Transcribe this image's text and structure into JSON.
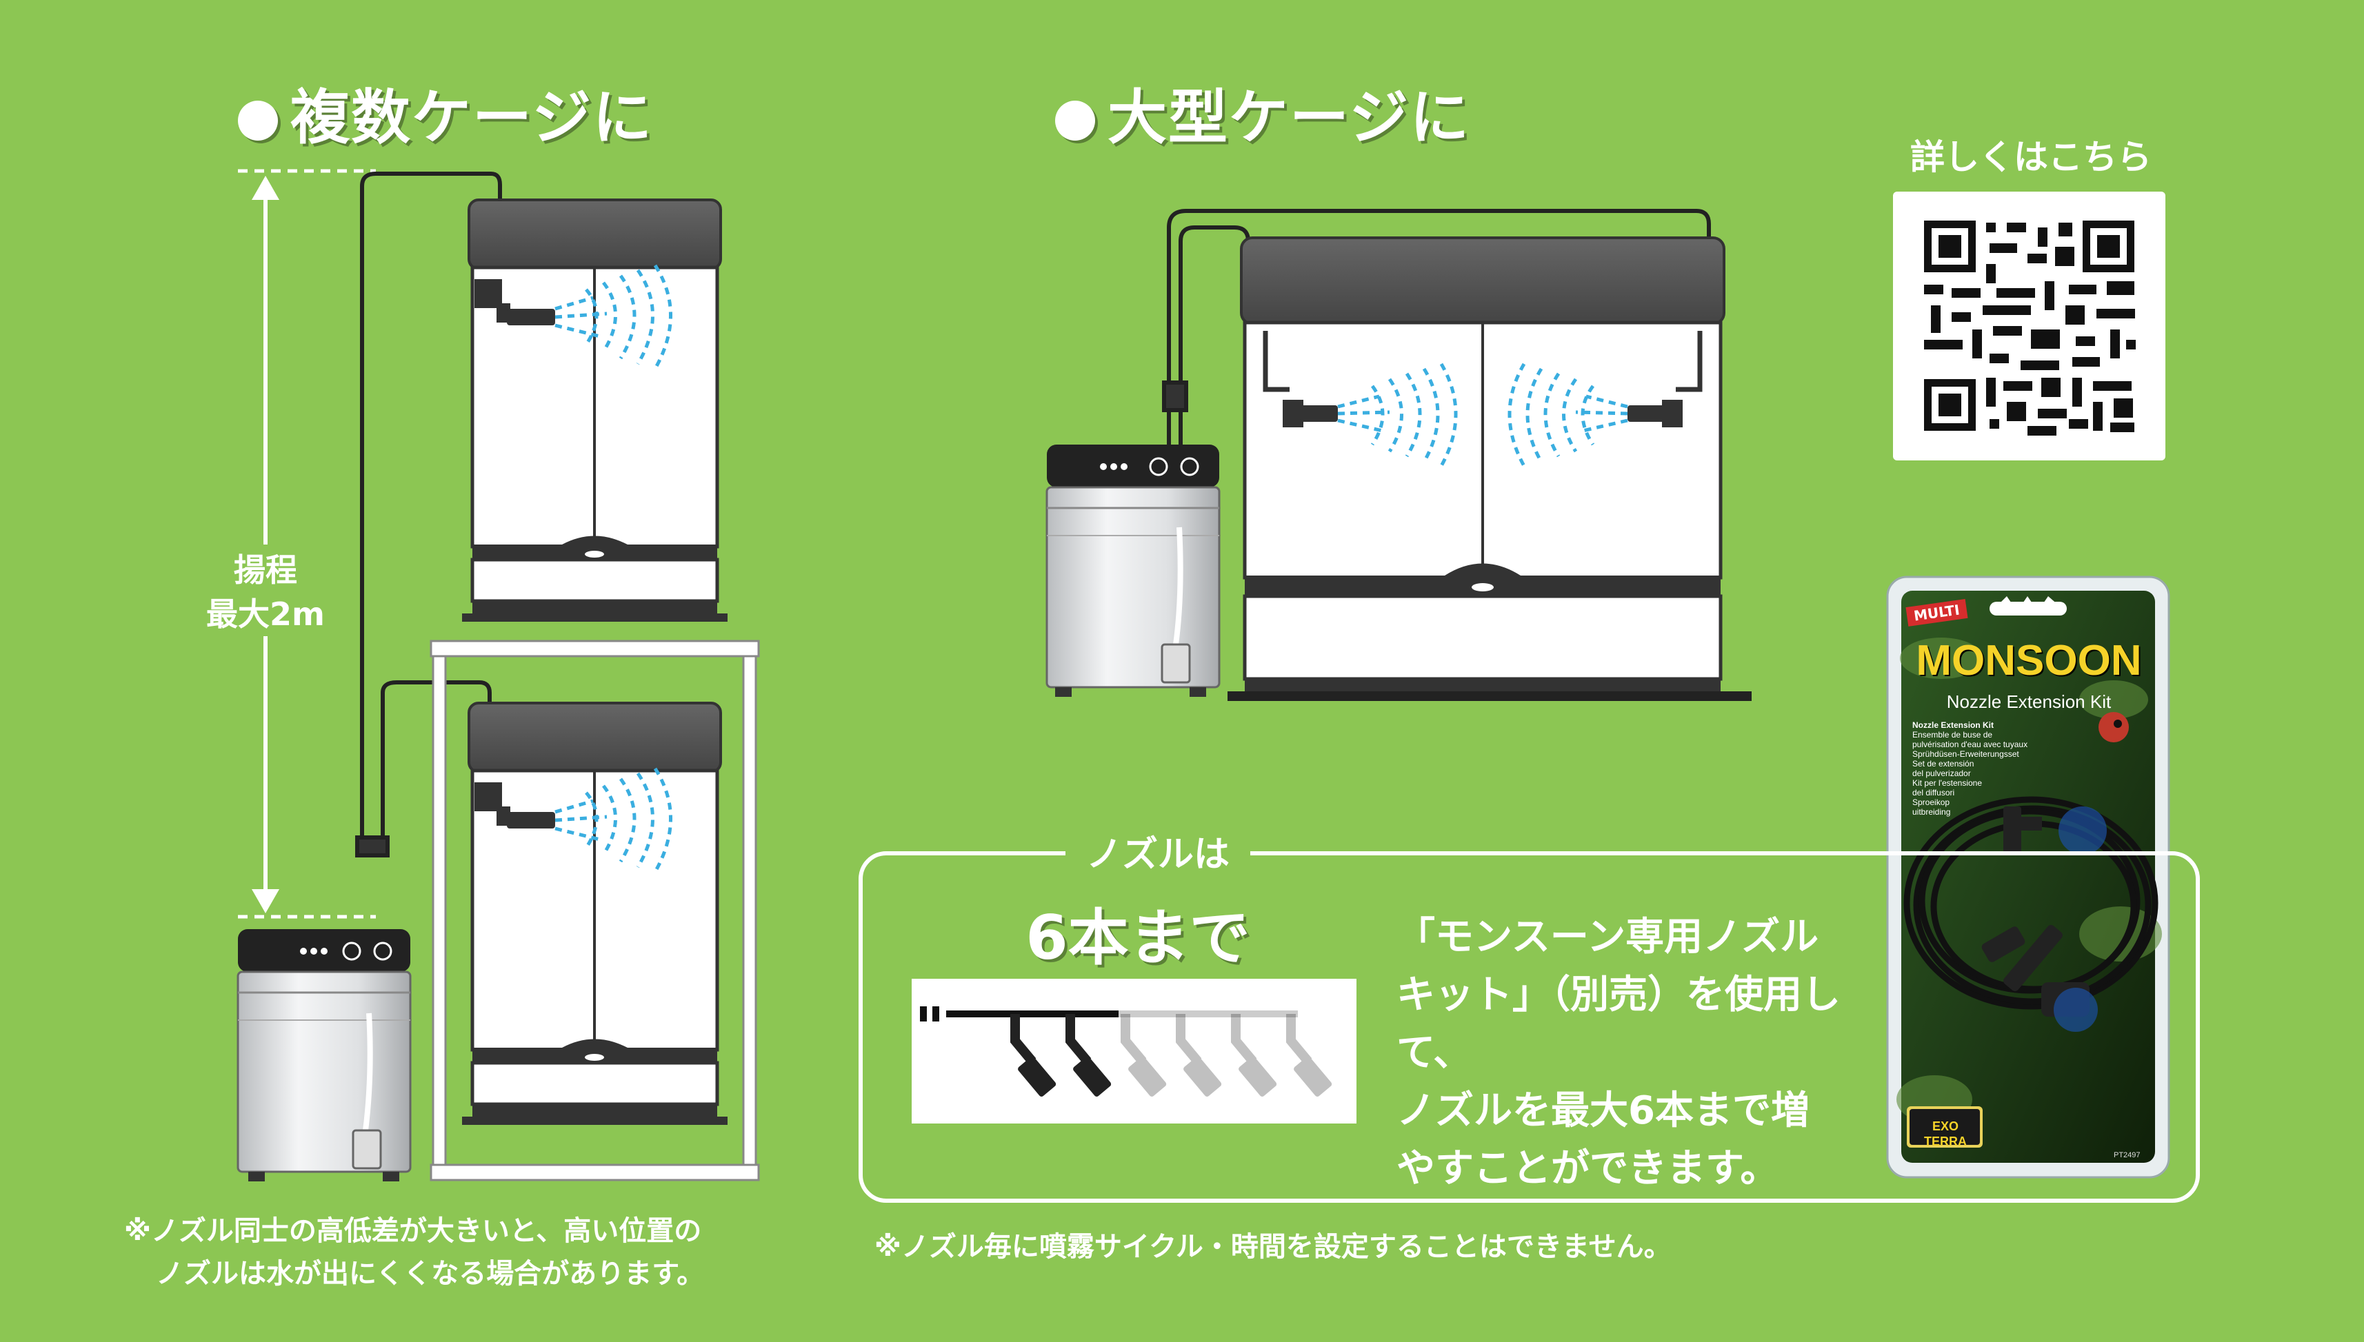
{
  "sections": {
    "multi_cage": {
      "heading": "複数ケージに"
    },
    "large_cage": {
      "heading": "大型ケージに"
    }
  },
  "lift": {
    "line1": "揚程",
    "line2": "最大2m"
  },
  "notes": {
    "height_line1": "※ノズル同士の高低差が大きいと、高い位置の",
    "height_line2": "ノズルは水が出にくくなる場合があります。",
    "cycle": "※ノズル毎に噴霧サイクル・時間を設定することはできません。"
  },
  "qr": {
    "title": "詳しくはこちら"
  },
  "panel": {
    "tag": "ノズルは",
    "big": "6本まで",
    "desc_line1": "「モンスーン専用ノズル",
    "desc_line2": "キット」（別売）を使用して、",
    "desc_line3": "ノズルを最大6本まで増",
    "desc_line4": "やすことができます。"
  },
  "product": {
    "badge": "MULTI",
    "name": "MONSOON",
    "subtitle": "Nozzle Extension Kit",
    "small_lines": [
      "Nozzle Extension Kit",
      "Ensemble de buse de",
      "pulvérisation d'eau avec tuyaux",
      "Sprühdüsen-Erweiterungsset",
      "Set de extensión",
      "del pulverizador",
      "Kit per l'estensione",
      "del diffusori",
      "Sproeikop",
      "uitbreiding"
    ],
    "brand": "EXO TERRA",
    "code": "PT2497"
  },
  "colors": {
    "background": "#8cc653",
    "cage_top": "#555555",
    "mist": "#3aaee0",
    "text": "#ffffff"
  }
}
